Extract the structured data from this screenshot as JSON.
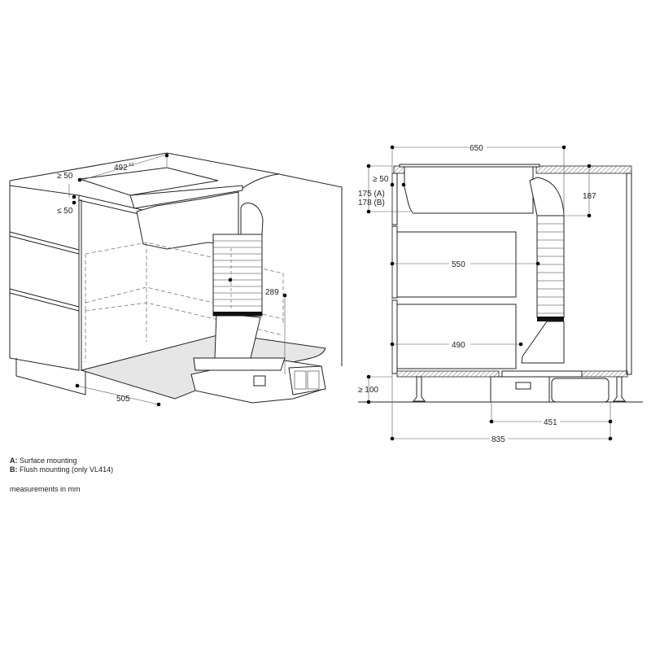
{
  "left_view": {
    "dim_width": "492",
    "dim_width_tolerance": "±1",
    "dim_min_top": "≥ 50",
    "dim_max_top": "≤ 50",
    "dim_height": "289",
    "dim_depth": "505"
  },
  "right_view": {
    "dim_650": "650",
    "dim_min_50": "≥ 50",
    "dim_175": "175 (A)",
    "dim_178": "178 (B)",
    "dim_187": "187",
    "dim_550": "550",
    "dim_490": "490",
    "dim_min_100": "≥ 100",
    "dim_451": "451",
    "dim_835": "835"
  },
  "legend": {
    "a_key": "A:",
    "a_text": "Surface mounting",
    "b_key": "B:",
    "b_text": "Flush mounting (only VL414)",
    "units": "measurements in mm"
  }
}
